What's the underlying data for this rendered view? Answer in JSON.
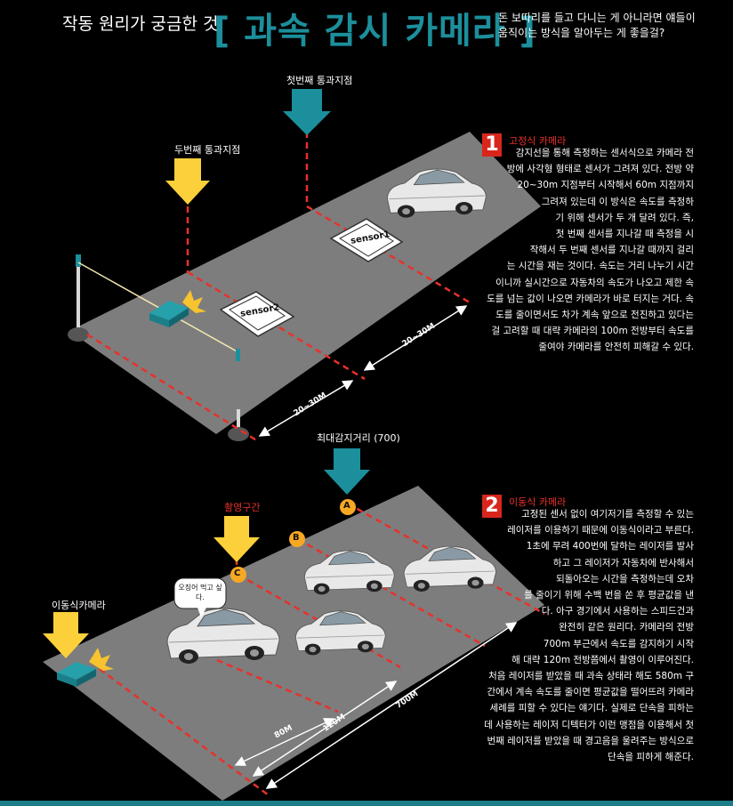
{
  "header": {
    "lead": "작동 원리가 궁금한 것",
    "title": "[ 과속 감시 카메라 ]",
    "subtitle_lines": [
      "돈 보따리를 들고 다니는 게 아니라면 얘들이",
      "움직이는 방식을 알아두는 게 좋을걸?"
    ]
  },
  "diagram1": {
    "first_point": "첫번째 통과지점",
    "second_point": "두번째 통과지점",
    "sensor1": "sensor1",
    "sensor2": "sensor2",
    "dist_a": "20~30M",
    "dist_b": "20~30M"
  },
  "diagram2": {
    "max_range": "최대감지거리 (700)",
    "shooting_zone": "촬영구간",
    "mobile_camera": "이동식카메라",
    "bubble": "오징어 먹고 싶다.",
    "marker_a": "A",
    "marker_b": "B",
    "marker_c": "C",
    "dist_80": "80M",
    "dist_120": "120M",
    "dist_700": "700M"
  },
  "section1": {
    "number": "1",
    "heading": "고정식 카메라",
    "lines": [
      "감지선을 통해 측정하는 센서식으로 카메라 전",
      "방에 사각형 형태로 센서가 그려져 있다. 전방 약",
      "20~30m 지점부터 시작해서 60m 지점까지",
      "그려져 있는데 이 방식은 속도를 측정하",
      "기 위해 센서가 두 개 달려 있다. 즉,",
      "첫 번째 센서를 지나갈 때 측정을 시",
      "작해서 두 번째 센서를 지나갈 때까지 걸리",
      "는 시간을 재는 것이다. 속도는 거리 나누기 시간",
      "이니까 실시간으로 자동차의 속도가 나오고 제한 속",
      "도를 넘는 값이 나오면 카메라가 바로 터지는 거다. 속",
      "도를 줄이면서도 차가 계속 앞으로 전진하고 있다는",
      "걸 고려할 때 대략 카메라의 100m 전방부터 속도를",
      "줄여야 카메라를 안전히 피해갈 수 있다."
    ]
  },
  "section2": {
    "number": "2",
    "heading": "이동식 카메라",
    "lines": [
      "고정된 센서 없이 여기저기를 측정할 수 있는",
      "레이저를 이용하기 때문에 이동식이라고 부른다.",
      "1초에 무려 400번에 달하는 레이저를 발사",
      "하고 그 레이저가 자동차에 반사해서",
      "되돌아오는 시간을 측정하는데 오차",
      "를 줄이기 위해 수백 번을 쏜 후 평균값을 낸",
      "다. 아구 경기에서 사용하는 스피드건과",
      "완전히 같은 원리다. 카메라의 전방",
      "700m 부근에서 속도를 감지하기 시작",
      "해 대략 120m 전방쯤에서 촬영이 이루어진다.",
      "처음 레이저를 받았을 때 과속 상태라 해도 580m 구",
      "간에서 계속 속도를 줄이면 평균값을 떨어뜨려 카메라",
      "세례를 피할 수 있다는 얘기다. 실제로 단속을 피하는",
      "데 사용하는 레이저 디텍터가 이런 맹점을 이용해서 첫",
      "번째 레이저를 받았을 때 경고음을 울려주는 방식으로",
      "단속을 피하게 해준다."
    ]
  },
  "colors": {
    "teal": "#1c8f9c",
    "yellow": "#fbd03a",
    "red": "#e8312a",
    "road": "#7d7d7d"
  }
}
